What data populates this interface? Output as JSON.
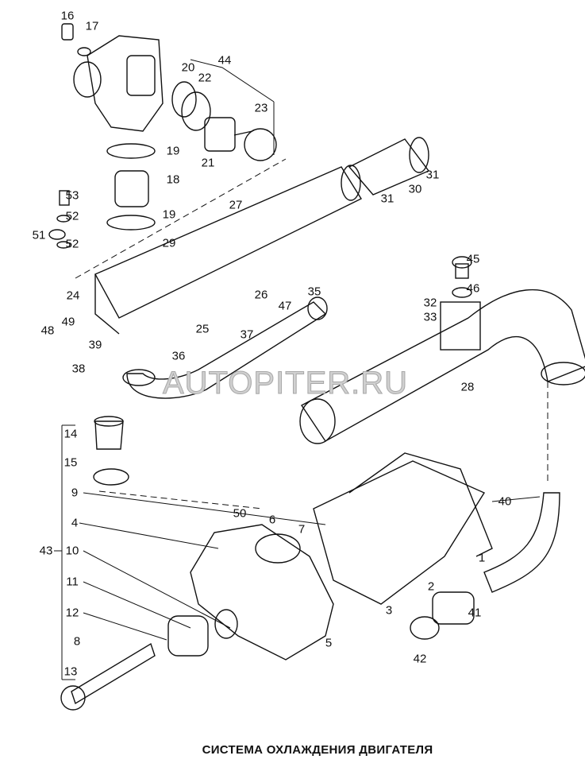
{
  "title": "СИСТЕМА ОХЛАЖДЕНИЯ ДВИГАТЕЛЯ",
  "watermark": "AUTOPITER.RU",
  "callouts": [
    "16",
    "17",
    "44",
    "20",
    "22",
    "23",
    "19",
    "18",
    "21",
    "19",
    "53",
    "52",
    "51",
    "52",
    "27",
    "31",
    "30",
    "31",
    "29",
    "24",
    "26",
    "47",
    "35",
    "45",
    "46",
    "32",
    "33",
    "25",
    "48",
    "49",
    "37",
    "36",
    "39",
    "38",
    "28",
    "14",
    "15",
    "9",
    "40",
    "50",
    "6",
    "4",
    "7",
    "1",
    "43",
    "10",
    "2",
    "11",
    "3",
    "12",
    "41",
    "5",
    "42",
    "8",
    "13"
  ]
}
